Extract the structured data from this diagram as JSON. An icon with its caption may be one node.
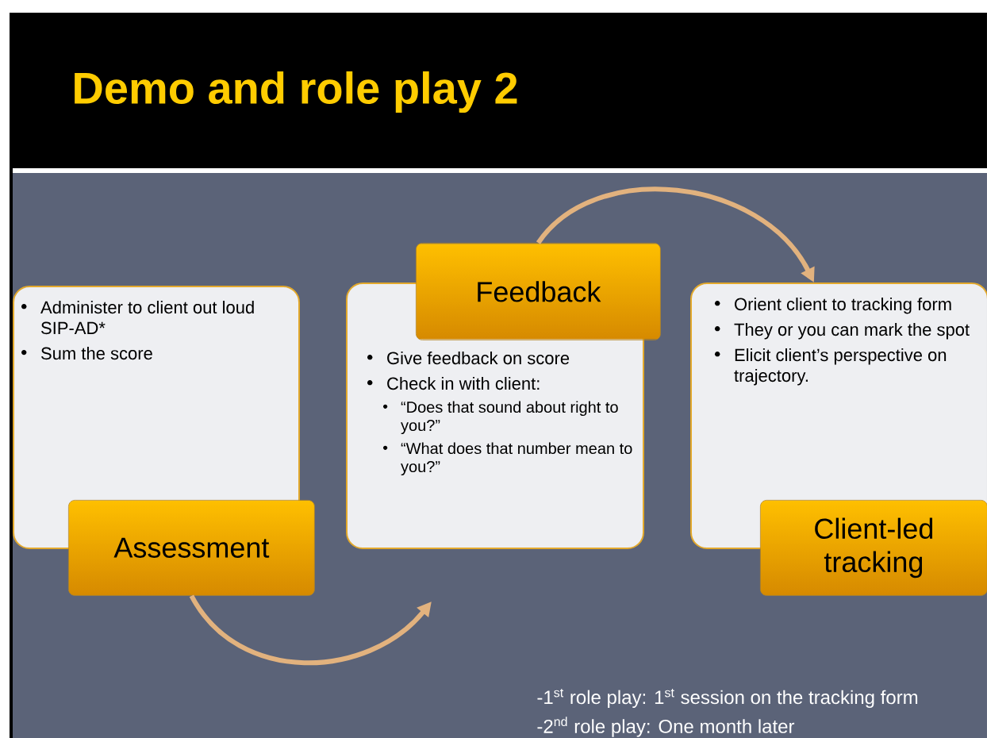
{
  "diagram": {
    "title": "Demo and role play 2",
    "nodes": [
      {
        "text": [
          "Administer to client out loud SIP-AD*",
          "Sum the score"
        ]
      },
      {
        "text": [
          "Assessment"
        ]
      },
      {
        "text": [
          "Feedback"
        ]
      },
      {
        "text": [
          "Give feedback on score",
          "Check in with client:",
          "“Does that sound about right to you?”",
          "“What does that number mean to you?”"
        ]
      },
      {
        "text": [
          "Orient client to tracking form",
          "They or you can mark the spot",
          "Elicit client’s perspective on trajectory."
        ]
      },
      {
        "text": [
          "Client-led tracking"
        ]
      }
    ],
    "edges": [
      {
        "from": 1,
        "to": 3,
        "arrow": "to"
      },
      {
        "from": 2,
        "to": 4,
        "arrow": "to"
      }
    ],
    "labels": [
      "-1$^{st}$ role play: 1$^{st}$ session on the tracking form",
      "-2$^{nd}$ role play: One month later"
    ]
  }
}
